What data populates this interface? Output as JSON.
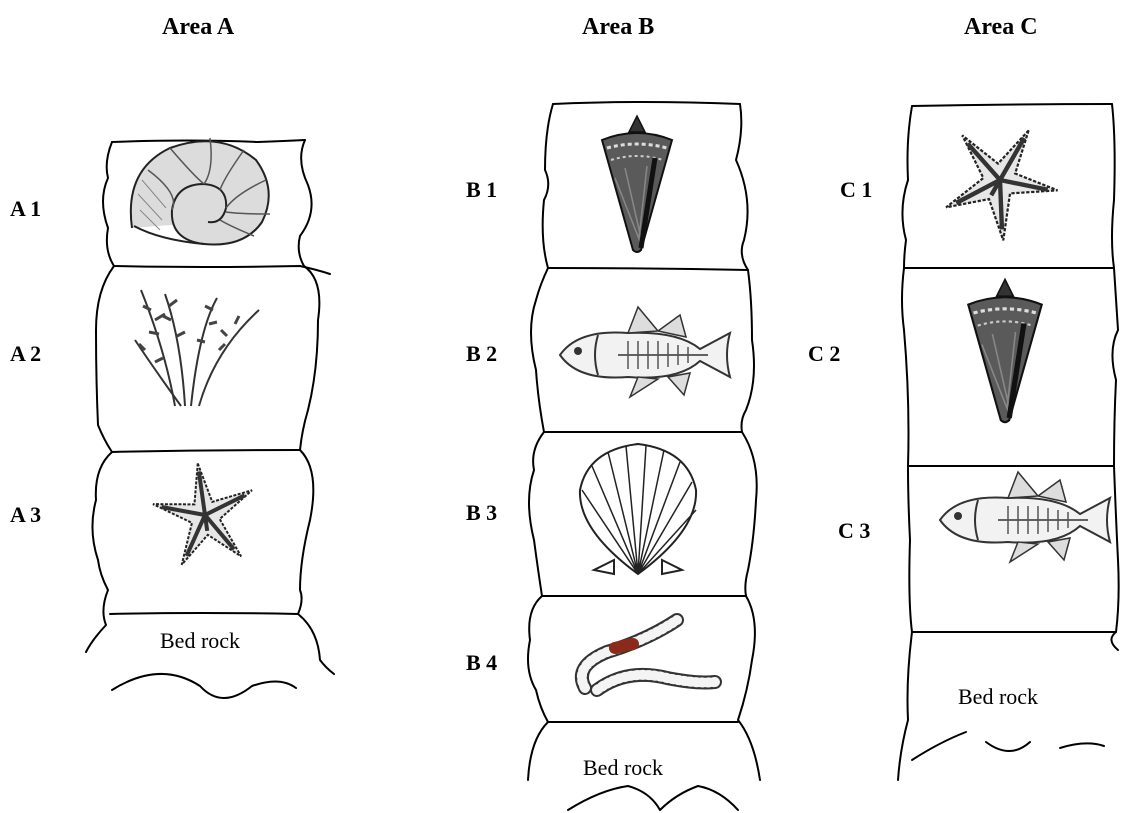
{
  "areas": [
    {
      "title": "Area A",
      "layers": [
        "A 1",
        "A 2",
        "A 3"
      ],
      "fossils": [
        "nautilus shell",
        "seaweed / fern",
        "starfish"
      ],
      "bed": "Bed rock"
    },
    {
      "title": "Area B",
      "layers": [
        "B 1",
        "B 2",
        "B 3",
        "B 4"
      ],
      "fossils": [
        "cone shell",
        "coelacanth fish",
        "scallop shell",
        "worm"
      ],
      "bed": "Bed rock"
    },
    {
      "title": "Area C",
      "layers": [
        "C 1",
        "C 2",
        "C 3"
      ],
      "fossils": [
        "starfish",
        "cone shell",
        "coelacanth fish"
      ],
      "bed": "Bed rock"
    }
  ]
}
